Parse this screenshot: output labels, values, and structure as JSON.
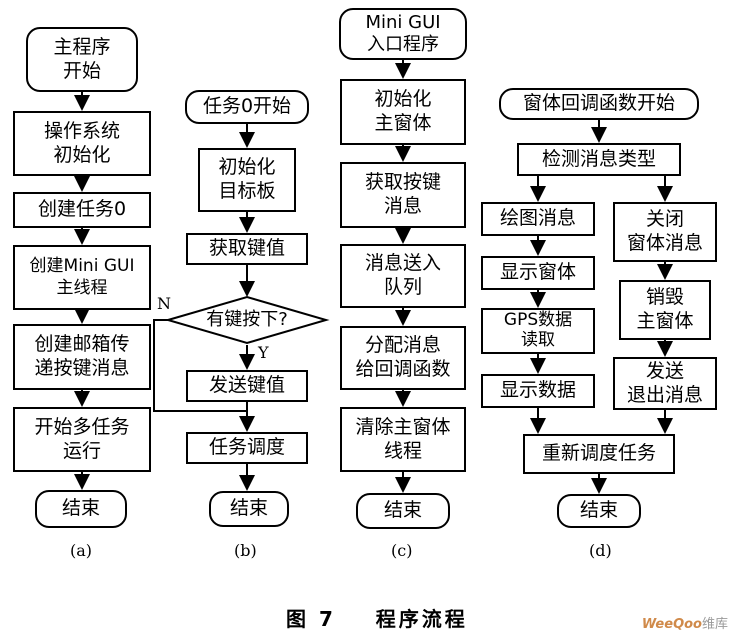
{
  "flowcharts": {
    "a": {
      "sublabel": "(a)",
      "nodes": [
        "主程序\n开始",
        "操作系统\n初始化",
        "创建任务0",
        "创建Mini GUI\n主线程",
        "创建邮箱传\n递按键消息",
        "开始多任务\n运行",
        "结束"
      ]
    },
    "b": {
      "sublabel": "(b)",
      "nodes": [
        "任务0开始",
        "初始化\n目标板",
        "获取键值",
        "有键按下?",
        "发送键值",
        "任务调度",
        "结束"
      ],
      "branch_yes": "Y",
      "branch_no": "N"
    },
    "c": {
      "sublabel": "(c)",
      "nodes": [
        "Mini GUI\n入口程序",
        "初始化\n主窗体",
        "获取按键\n消息",
        "消息送入\n队列",
        "分配消息\n给回调函数",
        "清除主窗体\n线程",
        "结束"
      ]
    },
    "d": {
      "sublabel": "(d)",
      "nodes": [
        "窗体回调函数开始",
        "检测消息类型",
        "绘图消息",
        "显示窗体",
        "GPS数据\n读取",
        "显示数据",
        "关闭\n窗体消息",
        "销毁\n主窗体",
        "发送\n退出消息",
        "重新调度任务",
        "结束"
      ]
    }
  },
  "caption": "图 7    程序流程",
  "watermark": {
    "brand": "WeeQoo",
    "suffix": "维库"
  }
}
